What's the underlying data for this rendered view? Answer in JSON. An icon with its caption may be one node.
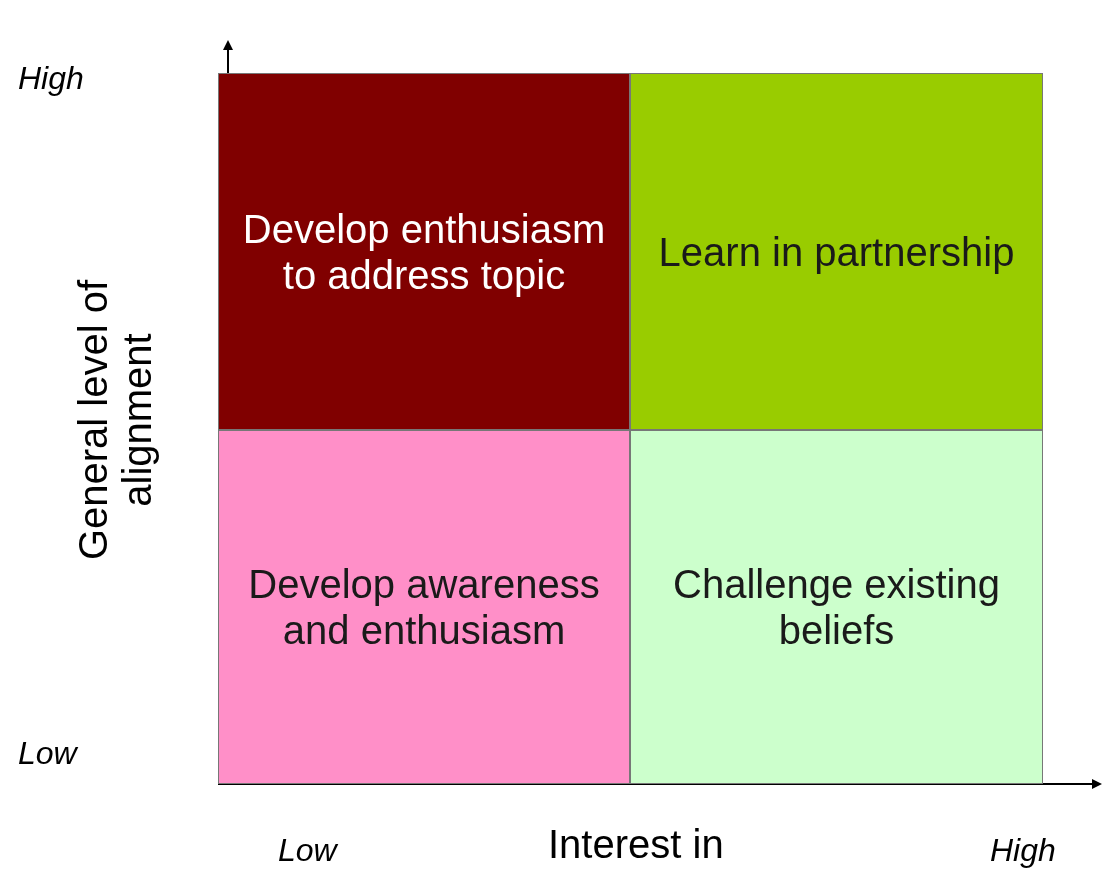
{
  "diagram": {
    "nodes": [
      {
        "text": [
          "Develop enthusiasm to address topic"
        ]
      },
      {
        "text": [
          "Learn in partnership"
        ]
      },
      {
        "text": [
          "Develop awareness and enthusiasm"
        ]
      },
      {
        "text": [
          "Challenge existing beliefs"
        ]
      }
    ],
    "labels": [
      "High",
      "General level of alignment",
      "Low",
      "Low",
      "Interest in",
      "High"
    ]
  }
}
